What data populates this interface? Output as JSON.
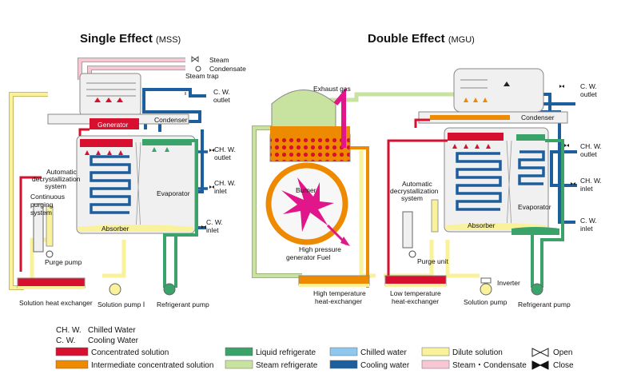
{
  "single": {
    "title": "Single Effect",
    "subtitle": "(MSS)",
    "steam": "Steam",
    "condensate": "Condensate",
    "steam_trap": "Steam trap",
    "cw_outlet": "C. W.\noutlet",
    "generator": "Generator",
    "condenser": "Condenser",
    "chw_outlet": "CH. W.\noutlet",
    "chw_inlet": "CH. W.\ninlet",
    "auto_decryst": "Automatic\ndecrystallization\nsystem",
    "cont_purging": "Continuous\npurging\nsystem",
    "evaporator": "Evaporator",
    "absorber": "Absorber",
    "cw_inlet": "C. W.\ninlet",
    "purge_pump": "Purge pump",
    "solution_hx": "Solution heat exchanger",
    "solution_pump": "Solution pump Ⅰ",
    "refrigerant_pump": "Refrigerant pump"
  },
  "double": {
    "title": "Double Effect",
    "subtitle": "(MGU)",
    "exhaust_gas": "Exhaust gas",
    "burner": "Burner",
    "hp_gen": "High pressure\ngenerator Fuel",
    "cw_outlet": "C. W.\noutlet",
    "condenser": "Condenser",
    "chw_outlet": "CH. W.\noutlet",
    "chw_inlet": "CH. W.\ninlet",
    "auto_decryst": "Automatic\ndecrystallization\nsystem",
    "evaporator": "Evaporator",
    "absorber": "Absorber",
    "cw_inlet": "C. W.\ninlet",
    "purge_unit": "Purge unit",
    "inverter": "Inverter",
    "ht_hx": "High temperature\nheat-exchanger",
    "lt_hx": "Low temperature\nheat-exchanger",
    "solution_pump": "Solution pump",
    "refrigerant_pump": "Refrigerant pump"
  },
  "abbrev": [
    {
      "code": "CH. W.",
      "meaning": "Chilled Water"
    },
    {
      "code": "C. W.",
      "meaning": "Cooling Water"
    }
  ],
  "legend": [
    {
      "label": "Concentrated solution",
      "color": "#d6102e"
    },
    {
      "label": "Intermediate concentrated solution",
      "color": "#ee8a00"
    },
    {
      "label": "Liquid refrigerate",
      "color": "#3aa36a"
    },
    {
      "label": "Steam refrigerate",
      "color": "#c8e2a0"
    },
    {
      "label": "Chilled water",
      "color": "#8ec8ee"
    },
    {
      "label": "Cooling water",
      "color": "#1d5e9e"
    },
    {
      "label": "Dilute solution",
      "color": "#faf29a"
    },
    {
      "label": "Steam・Condensate",
      "color": "#f7c8d4"
    }
  ],
  "valves": [
    {
      "label": "Open",
      "state": "open"
    },
    {
      "label": "Close",
      "state": "close"
    }
  ],
  "colors": {
    "concentrated": "#d6102e",
    "intermediate": "#ee8a00",
    "liquid_ref": "#3aa36a",
    "steam_ref": "#c8e2a0",
    "chilled": "#8ec8ee",
    "cooling": "#1d5e9e",
    "dilute": "#faf29a",
    "steam_cond": "#f7c8d4",
    "magenta": "#e0168a"
  }
}
